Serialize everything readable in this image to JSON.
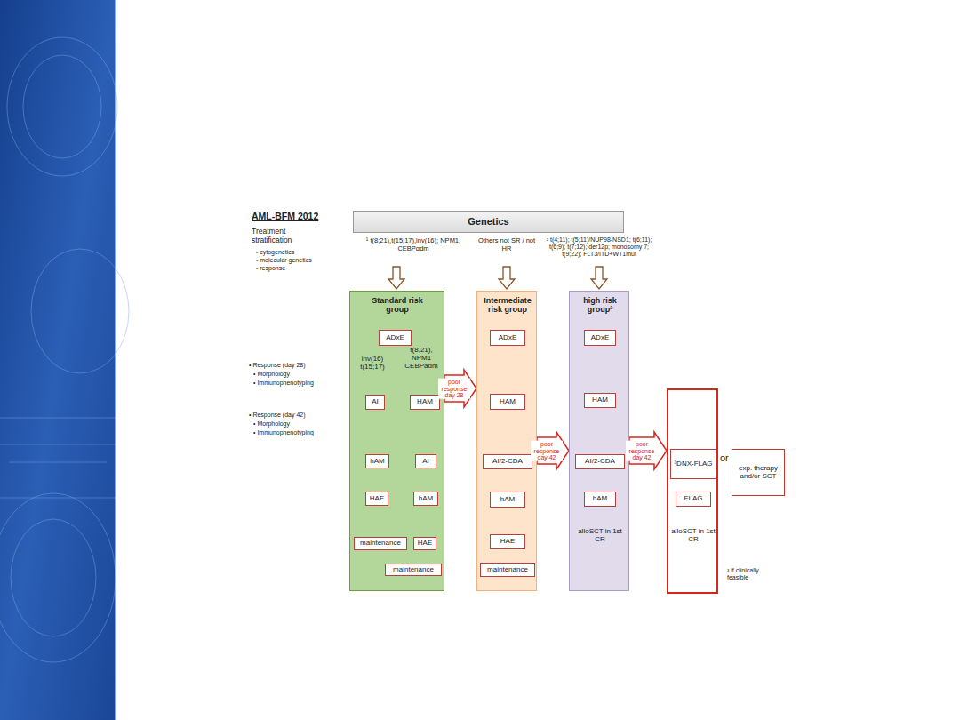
{
  "diagram": {
    "title": "AML-BFM 2012",
    "nodes": [
      {
        "text": [
          "Genetics"
        ]
      },
      {
        "text": [
          "Standard risk group",
          "inv(16) t(15;17)",
          "t(8,21), NPM1 CEBPadm"
        ]
      },
      {
        "text": [
          "ADxE"
        ],
        "in": 1
      },
      {
        "text": [
          "AI"
        ],
        "in": 1
      },
      {
        "text": [
          "HAM"
        ],
        "in": 1
      },
      {
        "text": [
          "hAM"
        ],
        "in": 1
      },
      {
        "text": [
          "AI"
        ],
        "in": 1
      },
      {
        "text": [
          "HAE"
        ],
        "in": 1
      },
      {
        "text": [
          "hAM"
        ],
        "in": 1
      },
      {
        "text": [
          "maintenance"
        ],
        "in": 1
      },
      {
        "text": [
          "HAE"
        ],
        "in": 1
      },
      {
        "text": [
          "maintenance"
        ],
        "in": 1
      },
      {
        "text": [
          "Intermediate risk group"
        ]
      },
      {
        "text": [
          "ADxE"
        ],
        "in": 12
      },
      {
        "text": [
          "HAM"
        ],
        "in": 12
      },
      {
        "text": [
          "AI/2-CDA"
        ],
        "in": 12
      },
      {
        "text": [
          "hAM"
        ],
        "in": 12
      },
      {
        "text": [
          "HAE"
        ],
        "in": 12
      },
      {
        "text": [
          "maintenance"
        ],
        "in": 12
      },
      {
        "text": [
          "high risk group²",
          "alloSCT in 1st CR"
        ]
      },
      {
        "text": [
          "ADxE"
        ],
        "in": 19
      },
      {
        "text": [
          "HAM"
        ],
        "in": 19
      },
      {
        "text": [
          "AI/2-CDA"
        ],
        "in": 19
      },
      {
        "text": [
          "hAM"
        ],
        "in": 19
      },
      {
        "text": [
          "alloSCT in 1st CR"
        ]
      },
      {
        "text": [
          "³DNX-FLAG"
        ],
        "in": 24
      },
      {
        "text": [
          "FLAG"
        ],
        "in": 24
      },
      {
        "text": [
          "exp. therapy and/or SCT"
        ]
      }
    ],
    "edges": [
      {
        "from": 1,
        "to": 12,
        "label": "poor response day 28",
        "arrow": "to"
      },
      {
        "from": 12,
        "to": 19,
        "label": "poor response day 42",
        "arrow": "to"
      },
      {
        "from": 19,
        "to": 24,
        "label": "poor response day 42",
        "arrow": "to"
      }
    ],
    "labels": [
      "Treatment stratification",
      "- cytogenetics",
      "- molecular genetics",
      "- response",
      "• Response (day 28)",
      "• Morphology",
      "• Immunophenotyping",
      "• Response (day 42)",
      "• Morphology",
      "• Immunophenotyping",
      "¹ t(8;21),t(15;17),inv(16); NPM1, CEBPαdm",
      "Others not SR / not HR",
      "² t(4;11); t(5;11)/NUP98-NSD1; t(6;11); t(6;9); t(7;12); der12p; monosomy 7; t(9;22); FLT3/ITD+WT1mut",
      "or",
      "³ if clinically feasible"
    ]
  }
}
